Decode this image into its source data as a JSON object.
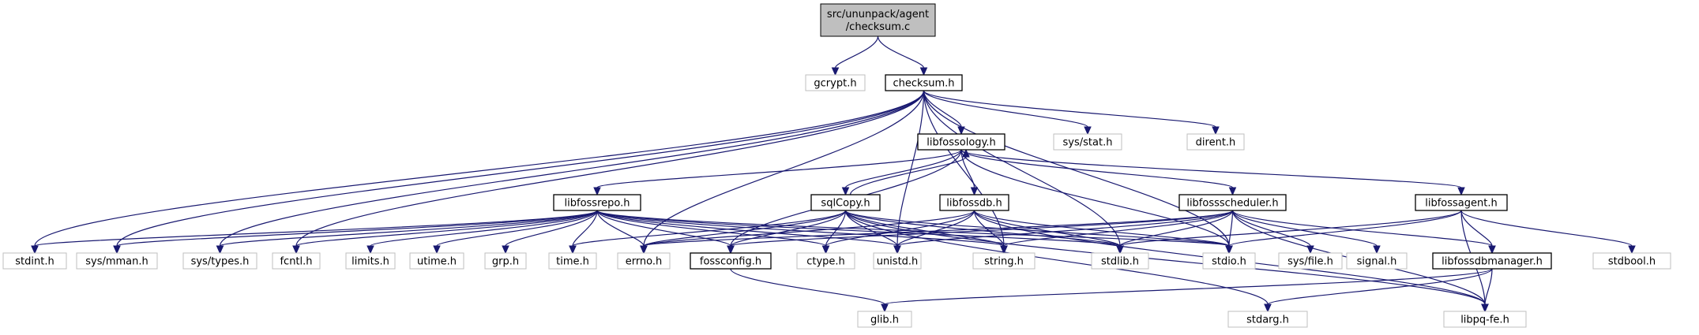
{
  "diagram": {
    "type": "include-dependency-graph",
    "colors": {
      "root_fill": "#bfbfbf",
      "border_strong": "#000000",
      "border_light": "#bfbfbf",
      "edge": "#191970",
      "text": "#000000"
    },
    "nodes": [
      {
        "id": "root",
        "lines": [
          "src/ununpack/agent",
          "/checksum.c"
        ],
        "style": "root"
      },
      {
        "id": "gcrypt",
        "lines": [
          "gcrypt.h"
        ],
        "style": "external"
      },
      {
        "id": "checksum_h",
        "lines": [
          "checksum.h"
        ],
        "style": "documented"
      },
      {
        "id": "libfossology",
        "lines": [
          "libfossology.h"
        ],
        "style": "documented"
      },
      {
        "id": "sysstat",
        "lines": [
          "sys/stat.h"
        ],
        "style": "external"
      },
      {
        "id": "dirent",
        "lines": [
          "dirent.h"
        ],
        "style": "external"
      },
      {
        "id": "libfossrepo",
        "lines": [
          "libfossrepo.h"
        ],
        "style": "documented"
      },
      {
        "id": "sqlCopy",
        "lines": [
          "sqlCopy.h"
        ],
        "style": "documented"
      },
      {
        "id": "libfossdb",
        "lines": [
          "libfossdb.h"
        ],
        "style": "documented"
      },
      {
        "id": "libfossscheduler",
        "lines": [
          "libfossscheduler.h"
        ],
        "style": "documented"
      },
      {
        "id": "libfossagent",
        "lines": [
          "libfossagent.h"
        ],
        "style": "documented"
      },
      {
        "id": "stdint",
        "lines": [
          "stdint.h"
        ],
        "style": "external"
      },
      {
        "id": "sysmman",
        "lines": [
          "sys/mman.h"
        ],
        "style": "external"
      },
      {
        "id": "systypes",
        "lines": [
          "sys/types.h"
        ],
        "style": "external"
      },
      {
        "id": "fcntl",
        "lines": [
          "fcntl.h"
        ],
        "style": "external"
      },
      {
        "id": "limits",
        "lines": [
          "limits.h"
        ],
        "style": "external"
      },
      {
        "id": "utime",
        "lines": [
          "utime.h"
        ],
        "style": "external"
      },
      {
        "id": "grp",
        "lines": [
          "grp.h"
        ],
        "style": "external"
      },
      {
        "id": "time",
        "lines": [
          "time.h"
        ],
        "style": "external"
      },
      {
        "id": "errno",
        "lines": [
          "errno.h"
        ],
        "style": "external"
      },
      {
        "id": "fossconfig",
        "lines": [
          "fossconfig.h"
        ],
        "style": "documented"
      },
      {
        "id": "ctype",
        "lines": [
          "ctype.h"
        ],
        "style": "external"
      },
      {
        "id": "unistd",
        "lines": [
          "unistd.h"
        ],
        "style": "external"
      },
      {
        "id": "string",
        "lines": [
          "string.h"
        ],
        "style": "external"
      },
      {
        "id": "stdlib",
        "lines": [
          "stdlib.h"
        ],
        "style": "external"
      },
      {
        "id": "stdio",
        "lines": [
          "stdio.h"
        ],
        "style": "external"
      },
      {
        "id": "sysfile",
        "lines": [
          "sys/file.h"
        ],
        "style": "external"
      },
      {
        "id": "signal",
        "lines": [
          "signal.h"
        ],
        "style": "external"
      },
      {
        "id": "libfossdbmanager",
        "lines": [
          "libfossdbmanager.h"
        ],
        "style": "documented"
      },
      {
        "id": "stdbool",
        "lines": [
          "stdbool.h"
        ],
        "style": "external"
      },
      {
        "id": "glib",
        "lines": [
          "glib.h"
        ],
        "style": "external"
      },
      {
        "id": "stdarg",
        "lines": [
          "stdarg.h"
        ],
        "style": "external"
      },
      {
        "id": "libpqfe",
        "lines": [
          "libpq-fe.h"
        ],
        "style": "external"
      }
    ],
    "edges": [
      [
        "root",
        "gcrypt"
      ],
      [
        "root",
        "checksum_h"
      ],
      [
        "checksum_h",
        "libfossology"
      ],
      [
        "checksum_h",
        "sysstat"
      ],
      [
        "checksum_h",
        "dirent"
      ],
      [
        "checksum_h",
        "stdint"
      ],
      [
        "checksum_h",
        "sysmman"
      ],
      [
        "checksum_h",
        "systypes"
      ],
      [
        "checksum_h",
        "fcntl"
      ],
      [
        "checksum_h",
        "errno"
      ],
      [
        "checksum_h",
        "unistd"
      ],
      [
        "checksum_h",
        "string"
      ],
      [
        "checksum_h",
        "stdlib"
      ],
      [
        "checksum_h",
        "stdio"
      ],
      [
        "libfossology",
        "libfossrepo"
      ],
      [
        "libfossology",
        "sqlCopy"
      ],
      [
        "libfossology",
        "libfossdb"
      ],
      [
        "libfossology",
        "libfossscheduler"
      ],
      [
        "libfossology",
        "libfossagent"
      ],
      [
        "libfossology",
        "fossconfig"
      ],
      [
        "libfossology",
        "stdio"
      ],
      [
        "sqlCopy",
        "libfossology"
      ],
      [
        "libfossrepo",
        "stdint"
      ],
      [
        "libfossrepo",
        "sysmman"
      ],
      [
        "libfossrepo",
        "systypes"
      ],
      [
        "libfossrepo",
        "fcntl"
      ],
      [
        "libfossrepo",
        "limits"
      ],
      [
        "libfossrepo",
        "utime"
      ],
      [
        "libfossrepo",
        "grp"
      ],
      [
        "libfossrepo",
        "time"
      ],
      [
        "libfossrepo",
        "errno"
      ],
      [
        "libfossrepo",
        "fossconfig"
      ],
      [
        "libfossrepo",
        "ctype"
      ],
      [
        "libfossrepo",
        "unistd"
      ],
      [
        "libfossrepo",
        "string"
      ],
      [
        "libfossrepo",
        "stdlib"
      ],
      [
        "libfossrepo",
        "stdio"
      ],
      [
        "sqlCopy",
        "time"
      ],
      [
        "sqlCopy",
        "errno"
      ],
      [
        "sqlCopy",
        "fossconfig"
      ],
      [
        "sqlCopy",
        "ctype"
      ],
      [
        "sqlCopy",
        "unistd"
      ],
      [
        "sqlCopy",
        "string"
      ],
      [
        "sqlCopy",
        "stdlib"
      ],
      [
        "sqlCopy",
        "stdio"
      ],
      [
        "sqlCopy",
        "stdarg"
      ],
      [
        "sqlCopy",
        "libpqfe"
      ],
      [
        "libfossdb",
        "errno"
      ],
      [
        "libfossdb",
        "ctype"
      ],
      [
        "libfossdb",
        "unistd"
      ],
      [
        "libfossdb",
        "string"
      ],
      [
        "libfossdb",
        "stdlib"
      ],
      [
        "libfossdb",
        "stdio"
      ],
      [
        "libfossdb",
        "libpqfe"
      ],
      [
        "libfossscheduler",
        "fossconfig"
      ],
      [
        "libfossscheduler",
        "errno"
      ],
      [
        "libfossscheduler",
        "unistd"
      ],
      [
        "libfossscheduler",
        "string"
      ],
      [
        "libfossscheduler",
        "stdlib"
      ],
      [
        "libfossscheduler",
        "stdio"
      ],
      [
        "libfossscheduler",
        "sysfile"
      ],
      [
        "libfossscheduler",
        "signal"
      ],
      [
        "libfossscheduler",
        "libfossdbmanager"
      ],
      [
        "libfossscheduler",
        "libpqfe"
      ],
      [
        "libfossagent",
        "stdlib"
      ],
      [
        "libfossagent",
        "stdio"
      ],
      [
        "libfossagent",
        "stdbool"
      ],
      [
        "libfossagent",
        "libfossdbmanager"
      ],
      [
        "libfossagent",
        "libpqfe"
      ],
      [
        "fossconfig",
        "glib"
      ],
      [
        "libfossdbmanager",
        "glib"
      ],
      [
        "libfossdbmanager",
        "stdarg"
      ],
      [
        "libfossdbmanager",
        "libpqfe"
      ]
    ]
  }
}
